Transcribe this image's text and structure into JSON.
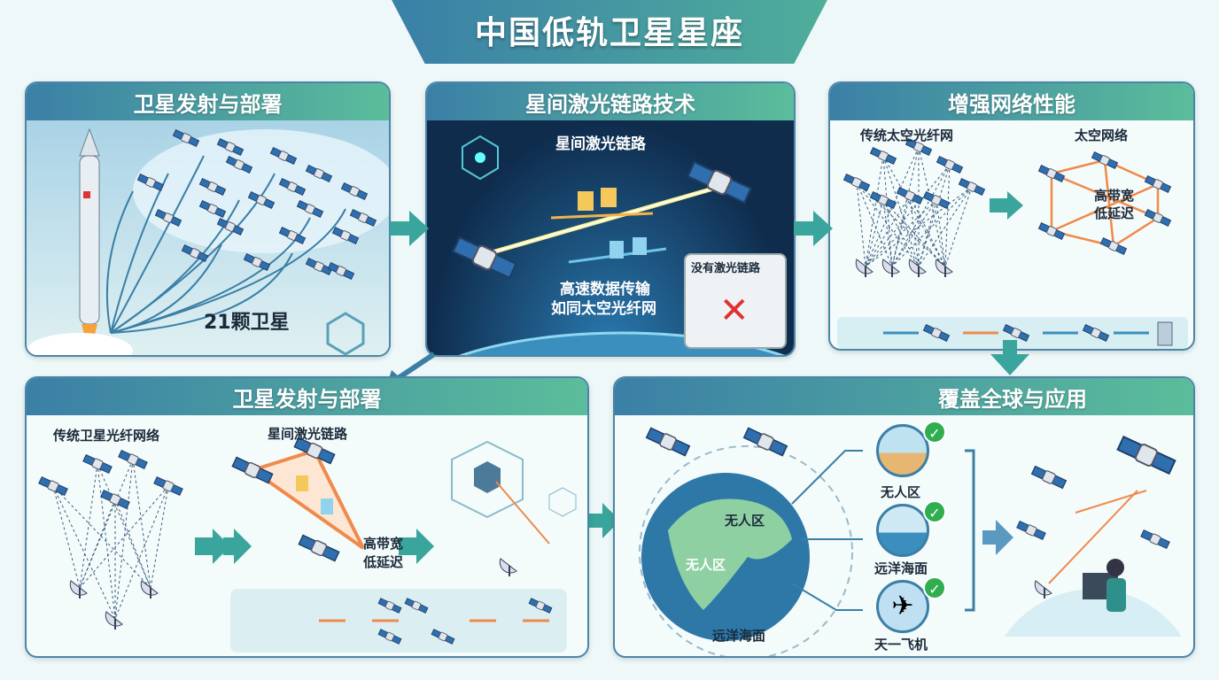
{
  "title": "中国低轨卫星星座",
  "panel1": {
    "title": "卫星发射与部署",
    "count_label": "21颗卫星"
  },
  "panel2": {
    "title": "星间激光链路技术",
    "link_label": "星间激光链路",
    "desc_line1": "高速数据传输",
    "desc_line2": "如同太空光纤网",
    "no_link_label": "没有激光链路"
  },
  "panel3": {
    "title": "增强网络性能",
    "left_label": "传统太空光纤网",
    "right_label": "太空网络",
    "benefit_line1": "高带宽",
    "benefit_line2": "低延迟"
  },
  "panel4": {
    "title": "卫星发射与部署",
    "left_label": "传统卫星光纤网络",
    "mid_label": "星间激光链路",
    "benefit_line1": "高带宽",
    "benefit_line2": "低延迟"
  },
  "panel5": {
    "title": "覆盖全球与应用",
    "globe_label1": "无人区",
    "globe_label2": "无人区",
    "globe_label3": "远洋海面",
    "apps": [
      {
        "label": "无人区"
      },
      {
        "label": "远洋海面"
      },
      {
        "label": "天一飞机"
      }
    ]
  },
  "colors": {
    "accent": "#3b7fa6",
    "accent2": "#5bbd9b",
    "laser": "#f08a4b",
    "check": "#2fae4f"
  }
}
